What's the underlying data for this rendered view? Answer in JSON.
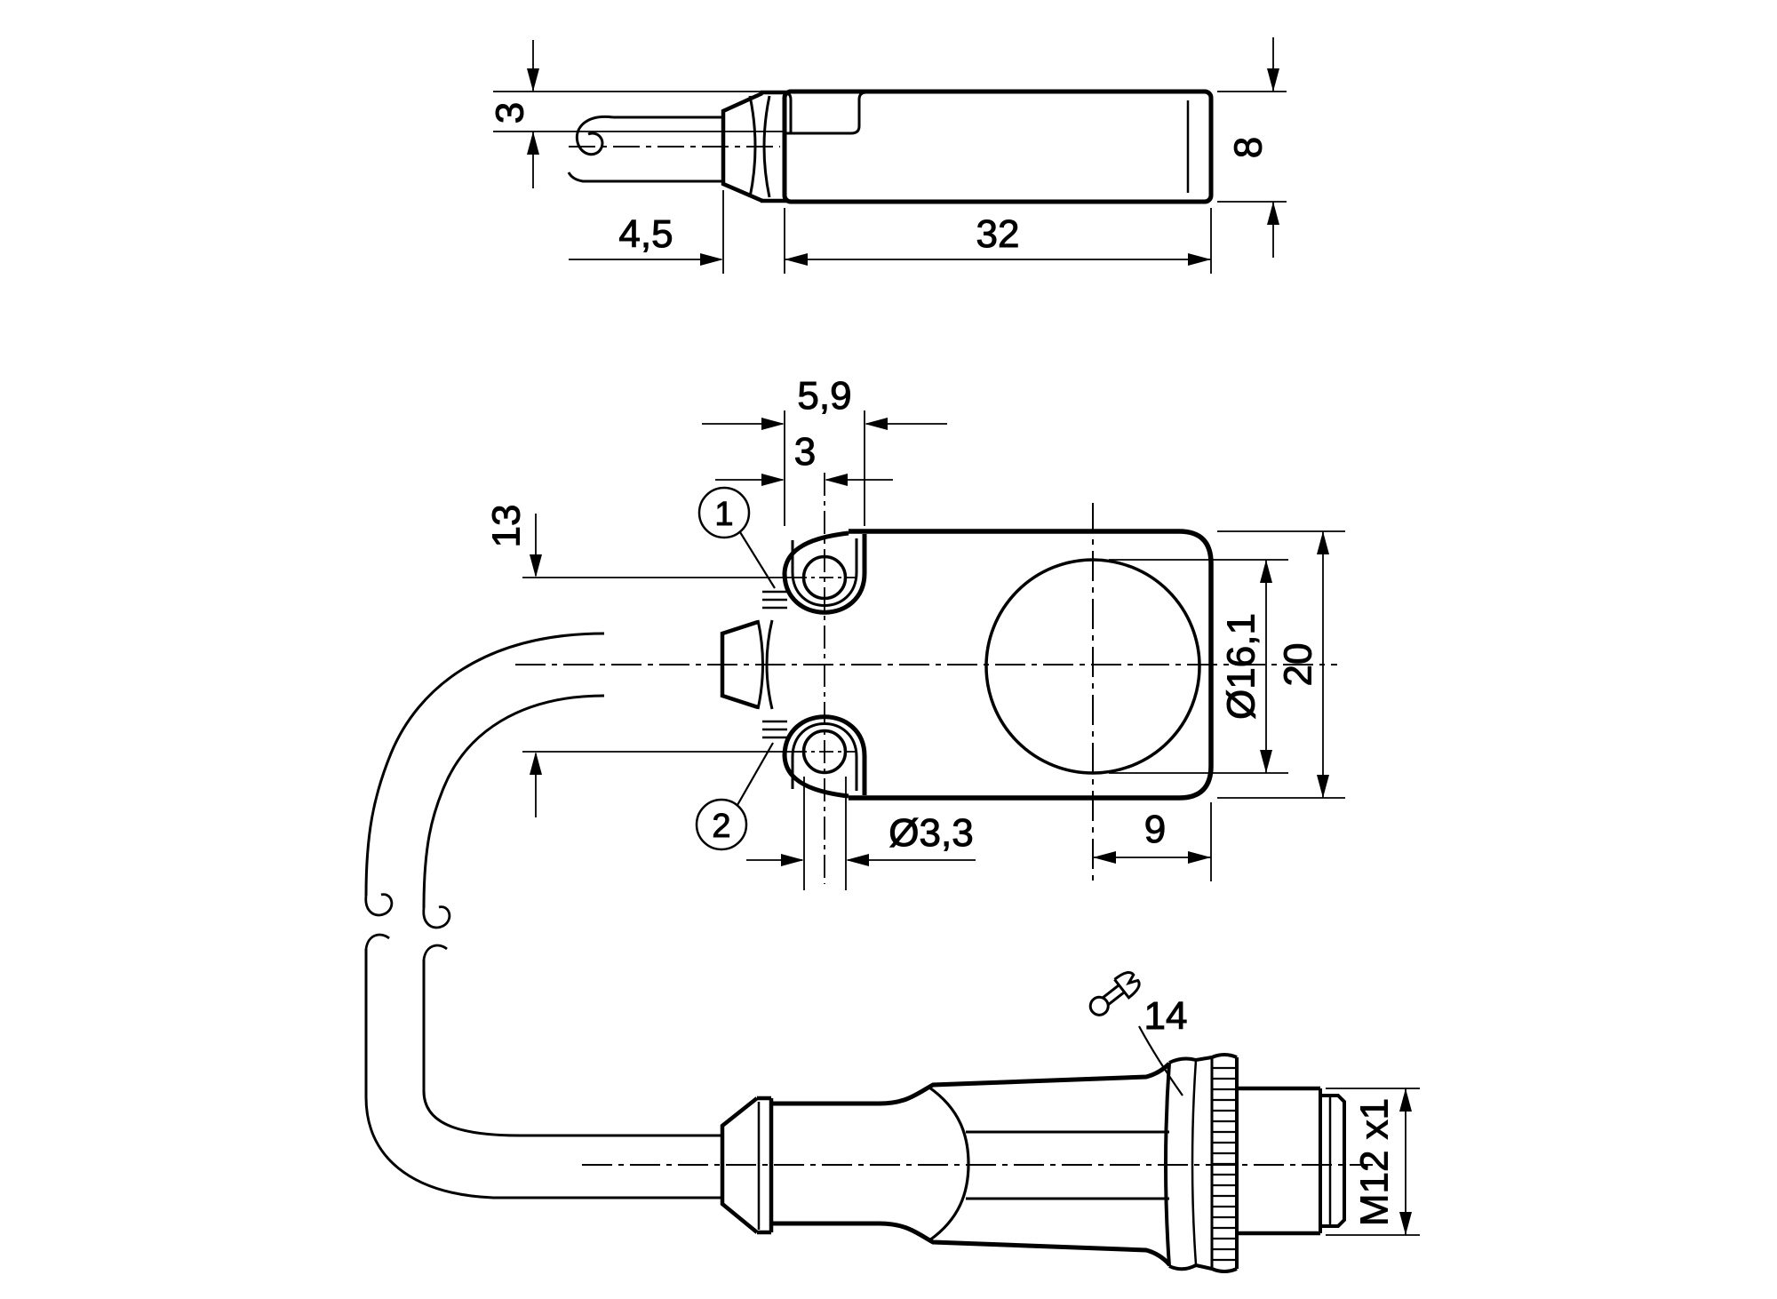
{
  "drawing": {
    "type": "technical-dimensional-drawing",
    "background_color": "#ffffff",
    "line_color": "#000000",
    "side_view": {
      "dims": {
        "flange_thickness": "3",
        "boot_length": "4,5",
        "body_length": "32",
        "body_height": "8"
      }
    },
    "plan_view": {
      "dims": {
        "plate_width": "5,9",
        "hole_edge_offset": "3",
        "hole_spacing": "13",
        "sensing_face_diameter": "Ø16,1",
        "body_width": "20",
        "mounting_hole_diameter": "Ø3,3",
        "face_center_offset": "9"
      },
      "callouts": {
        "one": "1",
        "two": "2"
      }
    },
    "connector_view": {
      "dims": {
        "wrench_size": "14",
        "thread": "M12 x1"
      },
      "icon": "wrench-icon"
    }
  }
}
